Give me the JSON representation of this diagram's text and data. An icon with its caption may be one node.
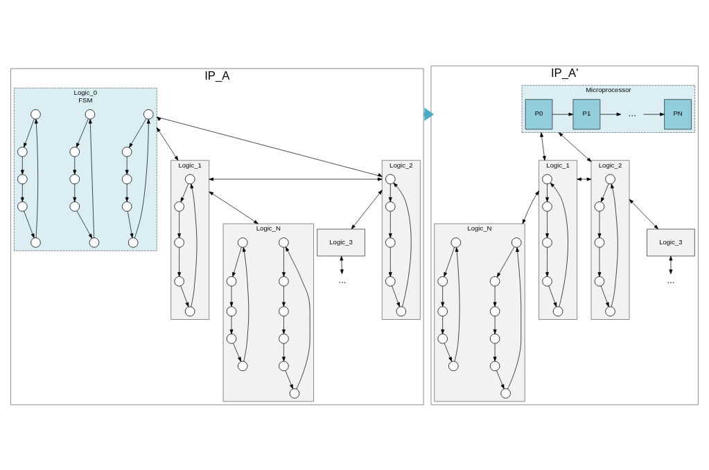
{
  "diagram": {
    "nodes": [
      {
        "text": [
          "IP_A"
        ]
      },
      {
        "text": [
          "Logic_0",
          "FSM"
        ],
        "in": 0
      },
      {
        "text": [],
        "shape": "circle",
        "in": 1
      },
      {
        "text": [],
        "shape": "circle",
        "in": 1
      },
      {
        "text": [],
        "shape": "circle",
        "in": 1
      },
      {
        "text": [],
        "shape": "circle",
        "in": 1
      },
      {
        "text": [],
        "shape": "circle",
        "in": 1
      },
      {
        "text": [],
        "shape": "circle",
        "in": 1
      },
      {
        "text": [],
        "shape": "circle",
        "in": 1
      },
      {
        "text": [],
        "shape": "circle",
        "in": 1
      },
      {
        "text": [],
        "shape": "circle",
        "in": 1
      },
      {
        "text": [],
        "shape": "circle",
        "in": 1
      },
      {
        "text": [],
        "shape": "circle",
        "in": 1
      },
      {
        "text": [],
        "shape": "circle",
        "in": 1
      },
      {
        "text": [],
        "shape": "circle",
        "in": 1
      },
      {
        "text": [],
        "shape": "circle",
        "in": 1
      },
      {
        "text": [],
        "shape": "circle",
        "in": 1
      },
      {
        "text": [
          "Logic_1"
        ],
        "in": 0
      },
      {
        "text": [],
        "shape": "circle",
        "in": 17
      },
      {
        "text": [],
        "shape": "circle",
        "in": 17
      },
      {
        "text": [],
        "shape": "circle",
        "in": 17
      },
      {
        "text": [],
        "shape": "circle",
        "in": 17
      },
      {
        "text": [],
        "shape": "circle",
        "in": 17
      },
      {
        "text": [
          "Logic_2"
        ],
        "in": 0
      },
      {
        "text": [],
        "shape": "circle",
        "in": 23
      },
      {
        "text": [],
        "shape": "circle",
        "in": 23
      },
      {
        "text": [],
        "shape": "circle",
        "in": 23
      },
      {
        "text": [],
        "shape": "circle",
        "in": 23
      },
      {
        "text": [],
        "shape": "circle",
        "in": 23
      },
      {
        "text": [
          "Logic_N"
        ],
        "in": 0
      },
      {
        "text": [],
        "shape": "circle",
        "in": 29
      },
      {
        "text": [],
        "shape": "circle",
        "in": 29
      },
      {
        "text": [],
        "shape": "circle",
        "in": 29
      },
      {
        "text": [],
        "shape": "circle",
        "in": 29
      },
      {
        "text": [],
        "shape": "circle",
        "in": 29
      },
      {
        "text": [],
        "shape": "circle",
        "in": 29
      },
      {
        "text": [],
        "shape": "circle",
        "in": 29
      },
      {
        "text": [],
        "shape": "circle",
        "in": 29
      },
      {
        "text": [],
        "shape": "circle",
        "in": 29
      },
      {
        "text": [],
        "shape": "circle",
        "in": 29
      },
      {
        "text": [],
        "shape": "circle",
        "in": 29
      },
      {
        "text": [
          "Logic_3"
        ],
        "in": 0
      },
      {
        "text": [
          "…"
        ],
        "in": 0
      },
      {
        "text": [
          "IP_A'"
        ]
      },
      {
        "text": [
          "Microprocessor"
        ],
        "in": 43
      },
      {
        "text": [
          "P0"
        ],
        "in": 44
      },
      {
        "text": [
          "P1"
        ],
        "in": 44
      },
      {
        "text": [
          "…"
        ],
        "in": 44
      },
      {
        "text": [
          "PN"
        ],
        "in": 44
      },
      {
        "text": [
          "Logic_1"
        ],
        "in": 43
      },
      {
        "text": [],
        "shape": "circle",
        "in": 49
      },
      {
        "text": [],
        "shape": "circle",
        "in": 49
      },
      {
        "text": [],
        "shape": "circle",
        "in": 49
      },
      {
        "text": [],
        "shape": "circle",
        "in": 49
      },
      {
        "text": [],
        "shape": "circle",
        "in": 49
      },
      {
        "text": [
          "Logic_2"
        ],
        "in": 43
      },
      {
        "text": [],
        "shape": "circle",
        "in": 55
      },
      {
        "text": [],
        "shape": "circle",
        "in": 55
      },
      {
        "text": [],
        "shape": "circle",
        "in": 55
      },
      {
        "text": [],
        "shape": "circle",
        "in": 55
      },
      {
        "text": [],
        "shape": "circle",
        "in": 55
      },
      {
        "text": [
          "Logic_N"
        ],
        "in": 43
      },
      {
        "text": [],
        "shape": "circle",
        "in": 61
      },
      {
        "text": [],
        "shape": "circle",
        "in": 61
      },
      {
        "text": [],
        "shape": "circle",
        "in": 61
      },
      {
        "text": [],
        "shape": "circle",
        "in": 61
      },
      {
        "text": [],
        "shape": "circle",
        "in": 61
      },
      {
        "text": [],
        "shape": "circle",
        "in": 61
      },
      {
        "text": [],
        "shape": "circle",
        "in": 61
      },
      {
        "text": [],
        "shape": "circle",
        "in": 61
      },
      {
        "text": [],
        "shape": "circle",
        "in": 61
      },
      {
        "text": [],
        "shape": "circle",
        "in": 61
      },
      {
        "text": [],
        "shape": "circle",
        "in": 61
      },
      {
        "text": [
          "Logic_3"
        ],
        "in": 43
      },
      {
        "text": [
          "…"
        ],
        "in": 43
      }
    ],
    "edges": [
      {
        "from": 1,
        "to": 17,
        "arrow": "both"
      },
      {
        "from": 1,
        "to": 23,
        "arrow": "both"
      },
      {
        "from": 17,
        "to": 23,
        "arrow": "both"
      },
      {
        "from": 17,
        "to": 29,
        "arrow": "both"
      },
      {
        "from": 23,
        "to": 41,
        "arrow": "both"
      },
      {
        "from": 41,
        "to": 42,
        "arrow": "both"
      },
      {
        "from": 0,
        "to": 43,
        "arrow": "to",
        "style": "thick",
        "color": "#4bacc6"
      },
      {
        "from": 44,
        "to": 49,
        "arrow": "both"
      },
      {
        "from": 44,
        "to": 55,
        "arrow": "both"
      },
      {
        "from": 49,
        "to": 55,
        "arrow": "both"
      },
      {
        "from": 49,
        "to": 61,
        "arrow": "both"
      },
      {
        "from": 55,
        "to": 73,
        "arrow": "both"
      },
      {
        "from": 73,
        "to": 74,
        "arrow": "both"
      },
      {
        "from": 45,
        "to": 46,
        "arrow": "to"
      },
      {
        "from": 46,
        "to": 47,
        "arrow": "to"
      },
      {
        "from": 47,
        "to": 48,
        "arrow": "to"
      },
      {
        "from": 2,
        "to": 3,
        "arrow": "to"
      },
      {
        "from": 3,
        "to": 4,
        "arrow": "to"
      },
      {
        "from": 4,
        "to": 5,
        "arrow": "to"
      },
      {
        "from": 5,
        "to": 6,
        "arrow": "to"
      },
      {
        "from": 6,
        "to": 2,
        "arrow": "to"
      },
      {
        "from": 7,
        "to": 8,
        "arrow": "to"
      },
      {
        "from": 8,
        "to": 9,
        "arrow": "to"
      },
      {
        "from": 9,
        "to": 10,
        "arrow": "to"
      },
      {
        "from": 10,
        "to": 11,
        "arrow": "to"
      },
      {
        "from": 11,
        "to": 7,
        "arrow": "to"
      },
      {
        "from": 12,
        "to": 13,
        "arrow": "to"
      },
      {
        "from": 13,
        "to": 14,
        "arrow": "to"
      },
      {
        "from": 14,
        "to": 15,
        "arrow": "to"
      },
      {
        "from": 15,
        "to": 16,
        "arrow": "to"
      },
      {
        "from": 16,
        "to": 12,
        "arrow": "to"
      },
      {
        "from": 18,
        "to": 19,
        "arrow": "to"
      },
      {
        "from": 19,
        "to": 20,
        "arrow": "to"
      },
      {
        "from": 20,
        "to": 21,
        "arrow": "to"
      },
      {
        "from": 21,
        "to": 22,
        "arrow": "to"
      },
      {
        "from": 22,
        "to": 18,
        "arrow": "to"
      },
      {
        "from": 24,
        "to": 25,
        "arrow": "to"
      },
      {
        "from": 25,
        "to": 26,
        "arrow": "to"
      },
      {
        "from": 26,
        "to": 27,
        "arrow": "to"
      },
      {
        "from": 27,
        "to": 28,
        "arrow": "to"
      },
      {
        "from": 28,
        "to": 24,
        "arrow": "to"
      },
      {
        "from": 30,
        "to": 31,
        "arrow": "to"
      },
      {
        "from": 31,
        "to": 32,
        "arrow": "to"
      },
      {
        "from": 32,
        "to": 33,
        "arrow": "to"
      },
      {
        "from": 33,
        "to": 34,
        "arrow": "to"
      },
      {
        "from": 34,
        "to": 35,
        "arrow": "to"
      },
      {
        "from": 35,
        "to": 30,
        "arrow": "to"
      },
      {
        "from": 36,
        "to": 37,
        "arrow": "to"
      },
      {
        "from": 37,
        "to": 38,
        "arrow": "to"
      },
      {
        "from": 38,
        "to": 39,
        "arrow": "to"
      },
      {
        "from": 39,
        "to": 40,
        "arrow": "to"
      },
      {
        "from": 40,
        "to": 36,
        "arrow": "to"
      },
      {
        "from": 50,
        "to": 51,
        "arrow": "to"
      },
      {
        "from": 51,
        "to": 52,
        "arrow": "to"
      },
      {
        "from": 52,
        "to": 53,
        "arrow": "to"
      },
      {
        "from": 53,
        "to": 54,
        "arrow": "to"
      },
      {
        "from": 54,
        "to": 50,
        "arrow": "to"
      },
      {
        "from": 56,
        "to": 57,
        "arrow": "to"
      },
      {
        "from": 57,
        "to": 58,
        "arrow": "to"
      },
      {
        "from": 58,
        "to": 59,
        "arrow": "to"
      },
      {
        "from": 59,
        "to": 60,
        "arrow": "to"
      },
      {
        "from": 60,
        "to": 56,
        "arrow": "to"
      },
      {
        "from": 62,
        "to": 63,
        "arrow": "to"
      },
      {
        "from": 63,
        "to": 64,
        "arrow": "to"
      },
      {
        "from": 64,
        "to": 65,
        "arrow": "to"
      },
      {
        "from": 65,
        "to": 66,
        "arrow": "to"
      },
      {
        "from": 66,
        "to": 67,
        "arrow": "to"
      },
      {
        "from": 67,
        "to": 62,
        "arrow": "to"
      },
      {
        "from": 68,
        "to": 69,
        "arrow": "to"
      },
      {
        "from": 69,
        "to": 70,
        "arrow": "to"
      },
      {
        "from": 70,
        "to": 71,
        "arrow": "to"
      },
      {
        "from": 71,
        "to": 72,
        "arrow": "to"
      },
      {
        "from": 72,
        "to": 68,
        "arrow": "to"
      }
    ]
  }
}
